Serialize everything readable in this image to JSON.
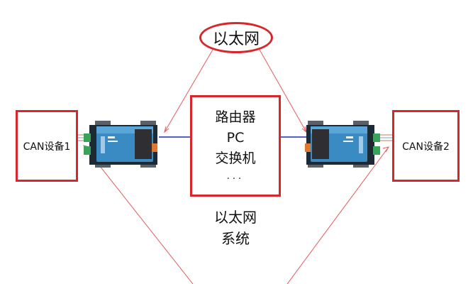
{
  "ethernet_oval": {
    "label": "以太网"
  },
  "center_box": {
    "lines": [
      "路由器",
      "PC",
      "交换机"
    ],
    "ellipsis": "..."
  },
  "system_label": {
    "lines": [
      "以太网",
      "系统"
    ]
  },
  "can_left": {
    "label": "CAN设备1"
  },
  "can_right": {
    "label": "CAN设备2"
  },
  "colors": {
    "box_border": "#d9262b",
    "connector_line": "#1a2fb0",
    "arrow_line": "#e85a5a",
    "device_body": "#3a8bc4"
  },
  "icons": {
    "converter_left": "can-ethernet-converter-icon",
    "converter_right": "can-ethernet-converter-icon"
  }
}
